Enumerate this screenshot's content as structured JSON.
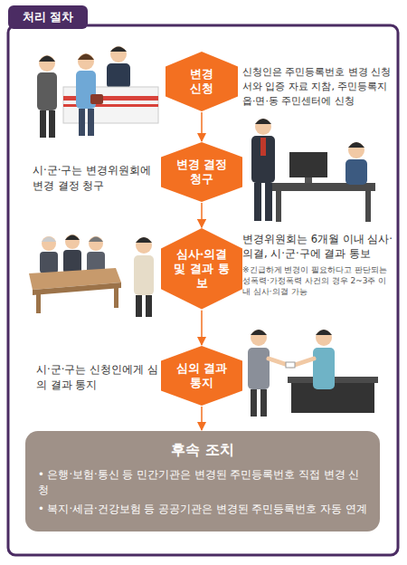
{
  "diagram": {
    "title": "처리 절차",
    "nodes": [
      {
        "text": [
          "변경 신청"
        ]
      },
      {
        "text": [
          "변경 결정 청구"
        ]
      },
      {
        "text": [
          "심사·의결 및 결과 통보"
        ]
      },
      {
        "text": [
          "심의 결과 통지"
        ]
      },
      {
        "text": [
          "후속 조치",
          "• 은행·보험·통신 등 민간기관은 변경된 주민등록번호 직접 변경 신청",
          "• 복지·세금·건강보험 등 공공기관은 변경된 주민등록번호 자동 연계"
        ]
      }
    ],
    "edges": [
      {
        "from": 0,
        "to": 1,
        "arrow": "to"
      },
      {
        "from": 1,
        "to": 2,
        "arrow": "to"
      },
      {
        "from": 2,
        "to": 3,
        "arrow": "to"
      },
      {
        "from": 3,
        "to": 4,
        "arrow": "to"
      }
    ],
    "labels": [
      "신청인은 주민등록번호 변경 신청서와 입증 자료 지참, 주민등록지 읍·면·동 주민센터에 신청",
      "시·군·구는 변경위원회에 변경 결정 청구",
      "변경위원회는 6개월 이내 심사·의결, 시·군·구에 결과 통보",
      "※긴급하게 변경이 필요하다고 판단되는 성폭력·가정폭력 사건의 경우 2~3주 이내 심사·의결 가능",
      "시·군·구는 신청인에게 심의 결과 통지"
    ]
  }
}
